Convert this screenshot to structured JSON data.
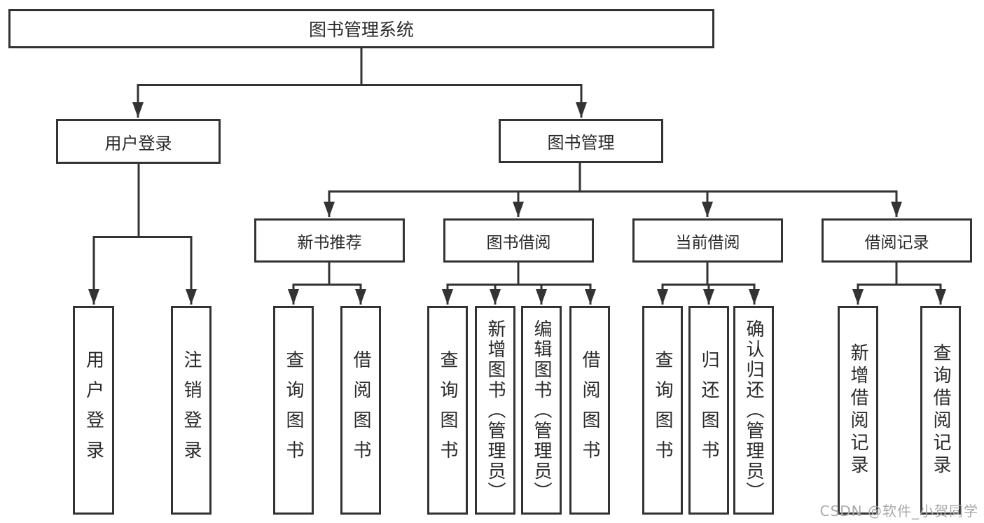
{
  "title": {
    "label": "图书管理系统"
  },
  "level2": {
    "user_login": "用户登录",
    "book_management": "图书管理"
  },
  "level3": {
    "new_book_recommend": "新书推荐",
    "book_borrowing": "图书借阅",
    "current_borrowing": "当前借阅",
    "borrow_records": "借阅记录"
  },
  "leaves": {
    "login": [
      "用户登录",
      "注销登录"
    ],
    "new_book_recommend": [
      "查询图书",
      "借阅图书"
    ],
    "book_borrowing": [
      "查询图书",
      "新增图书（管理员）",
      "编辑图书（管理员）",
      "借阅图书"
    ],
    "current_borrowing": [
      "查询图书",
      "归还图书",
      "确认归还（管理员）"
    ],
    "borrow_records": [
      "新增借阅记录",
      "查询借阅记录"
    ]
  },
  "watermark": "CSDN @软件_小贺同学",
  "colors": {
    "line": "#333333",
    "text": "#2b2b2b",
    "watermark": "#a9a9a9",
    "background": "#ffffff"
  }
}
